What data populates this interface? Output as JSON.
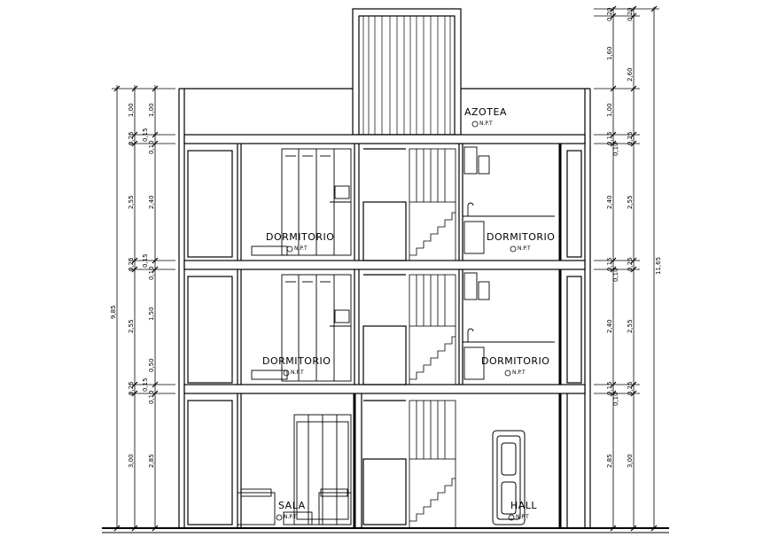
{
  "rooms": {
    "azotea": "AZOTEA",
    "dormitorio": "DORMITORIO",
    "sala": "SALA",
    "hall": "HALL"
  },
  "level_tag": "N.P.T",
  "dims_left": {
    "outer_total": "9,85",
    "outer": [
      "1,00",
      "0,25",
      "2,55",
      "0,25",
      "2,55",
      "0,25",
      "3,00"
    ],
    "inner": [
      "1,00",
      "0,15",
      "0,10",
      "2,40",
      "0,15",
      "0,10",
      "1,50",
      "0,50",
      "0,15",
      "0,10",
      "2,85"
    ]
  },
  "dims_right": {
    "outer_total": "11,65",
    "outer_top": [
      "0,20",
      "2,60"
    ],
    "outer": [
      "0,25",
      "2,55",
      "0,25",
      "2,55",
      "0,25",
      "3,00"
    ],
    "inner": [
      "0,20",
      "1,60",
      "1,00",
      "0,15",
      "0,10",
      "2,40",
      "0,15",
      "0,10",
      "2,40",
      "0,15",
      "0,10",
      "2,85"
    ]
  },
  "colors": {
    "line": "#000000",
    "background": "#ffffff"
  }
}
